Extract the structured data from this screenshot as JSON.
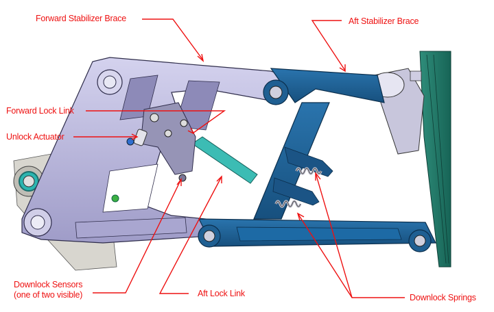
{
  "diagram": {
    "subject": "Landing gear stabilizer brace and downlock mechanism (CAD render)",
    "colors": {
      "callout": "#ee1111",
      "forward_brace": "#b9b6dc",
      "aft_brace": "#1f5f92",
      "lock_link": "#3cbcb4",
      "wall": "#1f7a6a",
      "springs": "#c8c8d2"
    },
    "labels": {
      "forward_stabilizer_brace": "Forward Stabilizer Brace",
      "aft_stabilizer_brace": "Aft Stabilizer Brace",
      "forward_lock_link": "Forward Lock Link",
      "unlock_actuator": "Unlock Actuator",
      "downlock_sensors_line1": "Downlock Sensors",
      "downlock_sensors_line2": "(one of two visible)",
      "aft_lock_link": "Aft Lock Link",
      "downlock_springs": "Downlock Springs"
    }
  }
}
